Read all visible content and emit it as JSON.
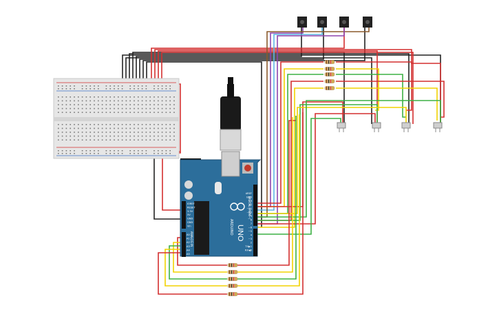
{
  "board": {
    "logo": "UNO",
    "brand": "ARDUINO",
    "digital_header": "DIGITAL (PWM~)",
    "analog_header": "ANALOG IN",
    "power_labels": [
      "IOREF",
      "RESET",
      "3.3V",
      "5V",
      "GND",
      "GND",
      "Vin"
    ],
    "analog_pins": [
      "A0",
      "A1",
      "A2",
      "A3",
      "A4",
      "A5"
    ],
    "digital_pins": [
      "AREF",
      "GND",
      "13",
      "12",
      "~11",
      "~10",
      "~9",
      "8",
      "7",
      "~6",
      "~5",
      "4",
      "~3",
      "2",
      "TX▶1",
      "RX◀0"
    ]
  },
  "components": {
    "pushbuttons": 4,
    "ir_sensors": 4,
    "top_resistors": 5,
    "bottom_resistors": 5
  },
  "wire_colors": {
    "red": "#d32f2f",
    "black": "#222222",
    "green": "#3cb043",
    "yellow": "#f2d200",
    "purple": "#8e44ad",
    "light_blue": "#5bb6e6",
    "brown": "#8b5a2b",
    "orange": "#f08c00"
  },
  "colors": {
    "board": "#2c6e9b",
    "breadboard": "#e6e6e6",
    "resistor": "#d8b47a"
  }
}
